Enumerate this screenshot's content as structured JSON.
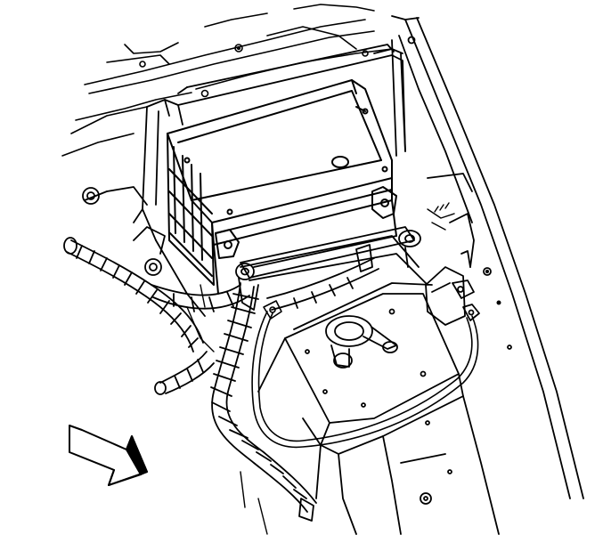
{
  "diagram": {
    "line_color": "#000000",
    "background_color": "#ffffff",
    "components": [
      "battery",
      "battery-tray",
      "battery-hold-down-bracket",
      "positive-battery-cable",
      "negative-battery-cable",
      "ground-wire",
      "fender-panel",
      "view-direction-arrow"
    ]
  }
}
